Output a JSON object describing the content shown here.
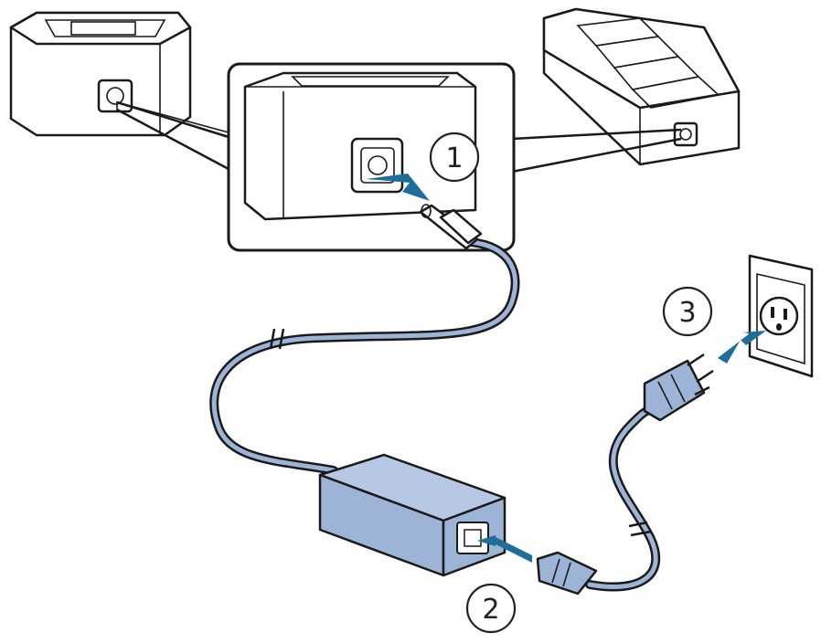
{
  "steps": [
    {
      "number": "1"
    },
    {
      "number": "2"
    },
    {
      "number": "3"
    }
  ],
  "icons": {
    "arrow": "blue-arrow-icon",
    "outlet": "wall-outlet-icon",
    "adapter": "ac-adapter-icon"
  },
  "colors": {
    "arrow": "#1f6d9a",
    "adapter": "#9db4d6",
    "outline": "#1a1a1a"
  }
}
